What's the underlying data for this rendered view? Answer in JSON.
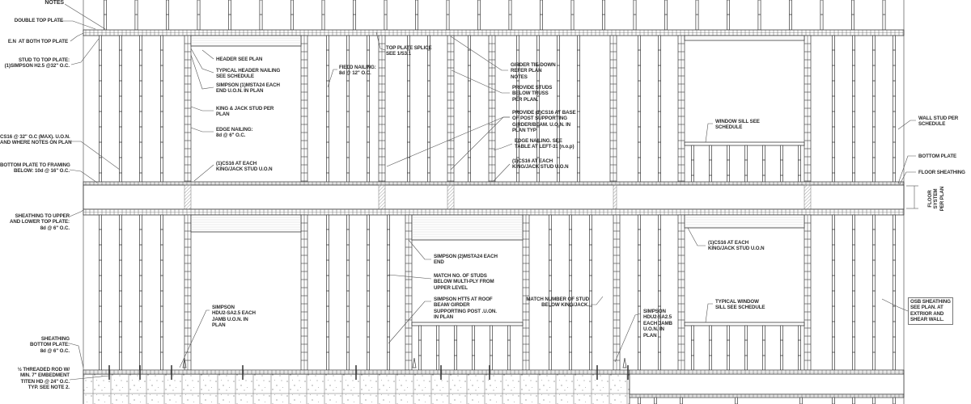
{
  "left_notes": {
    "notes": "NOTES",
    "double_top_plate": "DOUBLE TOP PLATE",
    "en_top_plate": "E.N  AT BOTH TOP PLATE",
    "stud_to_top_plate": "STUD TO TOP PLATE:\n(1)SIMPSON H2.5 @32\" O.C.",
    "cs16": "CS16 @ 32\" O.C (MAX). U.O.N.\nAND WHERE NOTES ON PLAN",
    "bottom_plate_framing": "BOTTOM PLATE TO FRAMING\nBELOW: 10d @ 16\" O.C.",
    "sheathing_upper_lower": "SHEATHING TO UPPER\nAND LOWER TOP PLATE:\n8d @ 6\" O.C.",
    "sheathing_bottom": "SHEATHING\nBOTTOM PLATE:\n8d @ 6\" O.C.",
    "threaded_rod": "½ THREADED ROD W/\nMIN. 7\" EMBEDMENT\nTITEN HD @ 24\" O.C.\nTYP. SEE NOTE 2."
  },
  "upper_notes": {
    "header": "HEADER SEE PLAN",
    "header_nailing": "TYPICAL HEADER NAILING\nSEE SCHEDULE",
    "msta24": "SIMPSON (1)MSTA24 EACH\nEND U.O.N. IN PLAN",
    "king_jack": "KING & JACK STUD PER\nPLAN",
    "edge_nailing": "EDGE NAILING:\n8d @ 6\" O.C.",
    "cs16_king_jack_1": "(1)CS16 AT EACH\nKING/JACK STUD U.O.N",
    "field_nailing": "FIELD NAILING:\n8d @ 12\" O.C.",
    "top_plate_splice": "TOP PLATE SPLICE\nSEE 1/S3.1",
    "girder_tie_down": "GIRDER TIE-DOWN\nREFER PLAN\nNOTES",
    "provide_studs": "PROVIDE STUDS\nBELOW TRUSS\nPER PLAN.",
    "provide_cs16": "PROVIDE (2)CS16 AT BASE\nOF POST SUPPORTING\nGIRDER/BEAM. U.O.N. IN\nPLAN TYP",
    "edge_nailing_table": "EDGE NAILING. SEE\nTABLE AT LEFT-31 (n.o.p)",
    "cs16_king_jack_2": "(1)CS16 AT EACH\nKING/JACK STUD U.O.N",
    "window_sill": "WINDOW SILL SEE\nSCHEDULE",
    "wall_stud": "WALL STUD PER\nSCHEDULE",
    "bottom_plate": "BOTTOM PLATE",
    "floor_sheathing": "FLOOR SHEATHING",
    "floor_system": "FLOOR\nSYSTEM\nPER PLAN"
  },
  "lower_notes": {
    "msta24_2": "SIMPSON (2)MSTA24 EACH\nEND",
    "match_studs": "MATCH NO. OF STUDS\nBELOW MULTI-PLY FROM\nUPPER LEVEL",
    "htt5": "SIMPSON HTT5 AT ROOF\nBEAM/ GIRDER\nSUPPORTING POST .U.ON.\nIN PLAN",
    "match_king_jack": "MATCH NUMBER OF STUD\nBELOW KING/JACK.",
    "cs16_king_jack_3": "(1)CS16 AT EACH\nKING/JACK STUD U.O.N",
    "hdu2_right": "SIMPSON\nHDU2-SA2.5\nEACH JAMB\nU.O.N. IN\nPLAN",
    "typical_window_sill": "TYPICAL WINDOW\nSILL SEE SCHEDULE",
    "osb": "OSB SHEATHING\nSEE PLAN. AT\nEXTRIOR AND\nSHEAR WALL.",
    "hdu2_left": "SIMPSON\nHDU2-SA2.5 EACH\nJAMB U.O.N. IN\nPLAN"
  },
  "colors": {
    "line": "#3a3a3a",
    "light": "#8a8a8a",
    "text": "#2a2a2a"
  }
}
